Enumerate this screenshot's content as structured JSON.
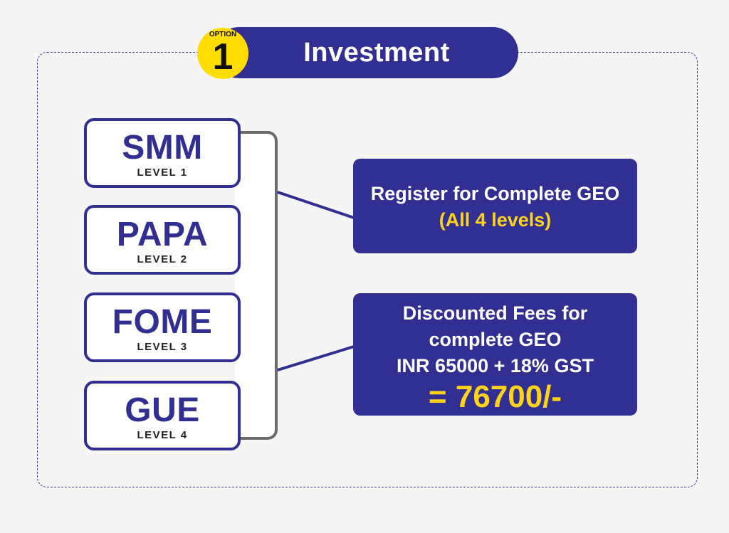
{
  "header": {
    "option_label": "OPTION",
    "option_number": "1",
    "title": "Investment"
  },
  "levels": [
    {
      "name": "SMM",
      "level": "LEVEL 1"
    },
    {
      "name": "PAPA",
      "level": "LEVEL 2"
    },
    {
      "name": "FOME",
      "level": "LEVEL 3"
    },
    {
      "name": "GUE",
      "level": "LEVEL 4"
    }
  ],
  "register_box": {
    "line1": "Register for Complete GEO",
    "line2": "(All 4 levels)"
  },
  "fees_box": {
    "line1": "Discounted Fees for",
    "line2": "complete GEO",
    "line3": "INR 65000 + 18% GST",
    "total": "= 76700/-"
  },
  "colors": {
    "primary": "#312f91",
    "accent": "#ffdd00",
    "highlight_text": "#ffd31a",
    "bracket": "#6b6b6b"
  }
}
